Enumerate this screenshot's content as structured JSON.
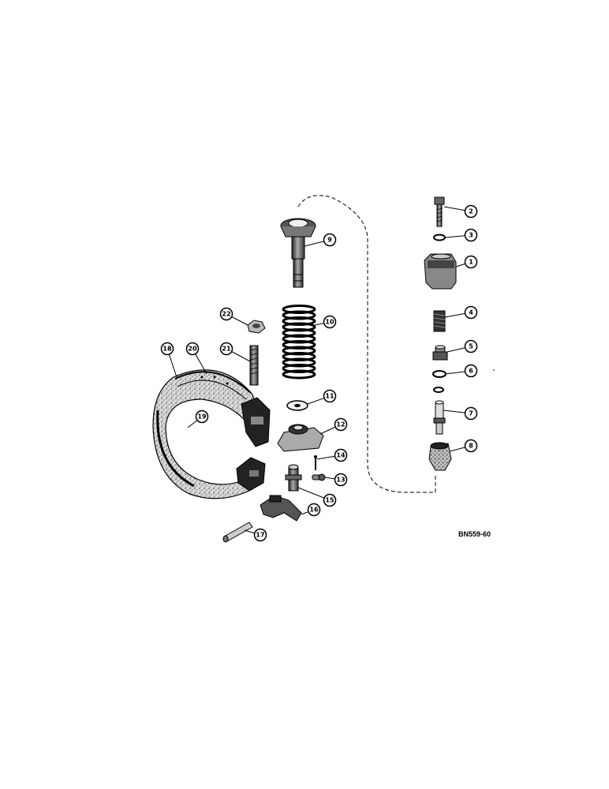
{
  "diagram": {
    "drawing_code": "BN559-60",
    "callouts": [
      {
        "id": "c1",
        "label": "1"
      },
      {
        "id": "c2",
        "label": "2"
      },
      {
        "id": "c3",
        "label": "3"
      },
      {
        "id": "c4",
        "label": "4"
      },
      {
        "id": "c5",
        "label": "5"
      },
      {
        "id": "c6",
        "label": "6"
      },
      {
        "id": "c7",
        "label": "7"
      },
      {
        "id": "c8",
        "label": "8"
      },
      {
        "id": "c9",
        "label": "9"
      },
      {
        "id": "c10",
        "label": "10"
      },
      {
        "id": "c11",
        "label": "11"
      },
      {
        "id": "c12",
        "label": "12"
      },
      {
        "id": "c13",
        "label": "13"
      },
      {
        "id": "c14",
        "label": "14"
      },
      {
        "id": "c15",
        "label": "15"
      },
      {
        "id": "c16",
        "label": "16"
      },
      {
        "id": "c17",
        "label": "17"
      },
      {
        "id": "c18",
        "label": "18"
      },
      {
        "id": "c19",
        "label": "19"
      },
      {
        "id": "c20",
        "label": "20"
      },
      {
        "id": "c21",
        "label": "21"
      },
      {
        "id": "c22",
        "label": "22"
      }
    ]
  }
}
